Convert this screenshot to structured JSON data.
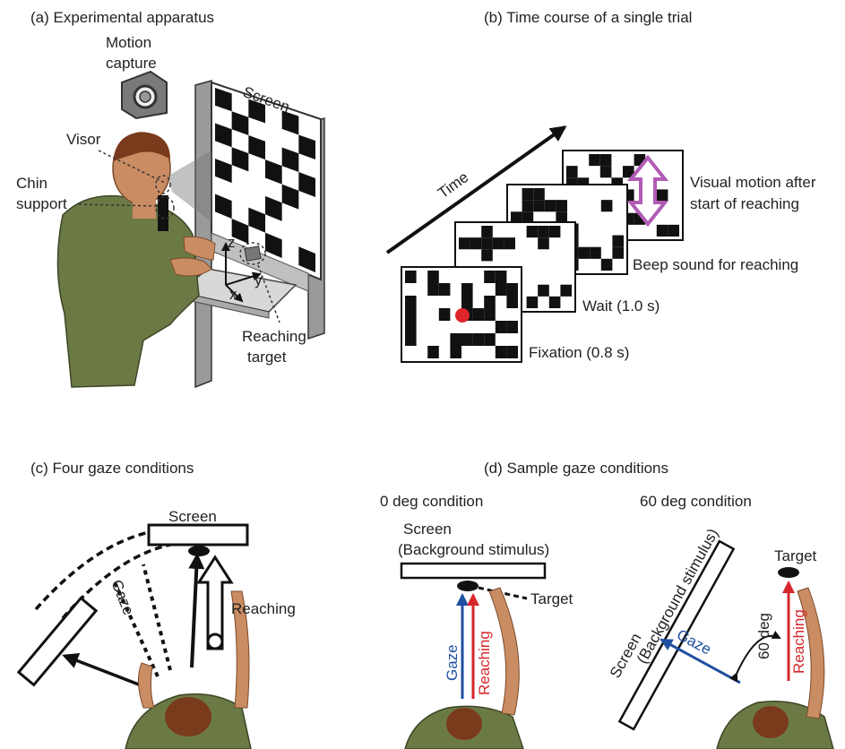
{
  "panels": {
    "a": "(a) Experimental apparatus",
    "b": "(b) Time course of a single trial",
    "c": "(c) Four gaze conditions",
    "d": "(d) Sample gaze conditions"
  },
  "panel_a": {
    "motion_capture_1": "Motion",
    "motion_capture_2": "capture",
    "screen": "Screen",
    "visor": "Visor",
    "chin_1": "Chin",
    "chin_2": "support",
    "axis_z": "z",
    "axis_y": "y",
    "axis_x": "x",
    "target_1": "Reaching",
    "target_2": "target"
  },
  "panel_b": {
    "time": "Time",
    "visual_1": "Visual motion after",
    "visual_2": "start of reaching",
    "beep": "Beep sound for reaching",
    "wait": "Wait (1.0 s)",
    "fixation": "Fixation (0.8 s)"
  },
  "panel_c": {
    "screen": "Screen",
    "reaching": "Reaching",
    "gaze": "Gaze"
  },
  "panel_d": {
    "zero_title": "0 deg condition",
    "sixty_title": "60 deg condition",
    "screen_1": "Screen",
    "screen_2": "(Background stimulus)",
    "target": "Target",
    "gaze": "Gaze",
    "reaching": "Reaching",
    "target_60": "Target",
    "sixty_deg": "60 deg",
    "screen60_1": "Screen",
    "screen60_2": "(Background stimulus)"
  },
  "colors": {
    "gaze": "#1f4fa0",
    "reaching": "#d6262b",
    "fixation_dot": "#e0252a",
    "motion_arrow": "#b05cb5",
    "shirt": "#6b7a45",
    "skin": "#c98c63",
    "hair": "#7a3a1c"
  }
}
